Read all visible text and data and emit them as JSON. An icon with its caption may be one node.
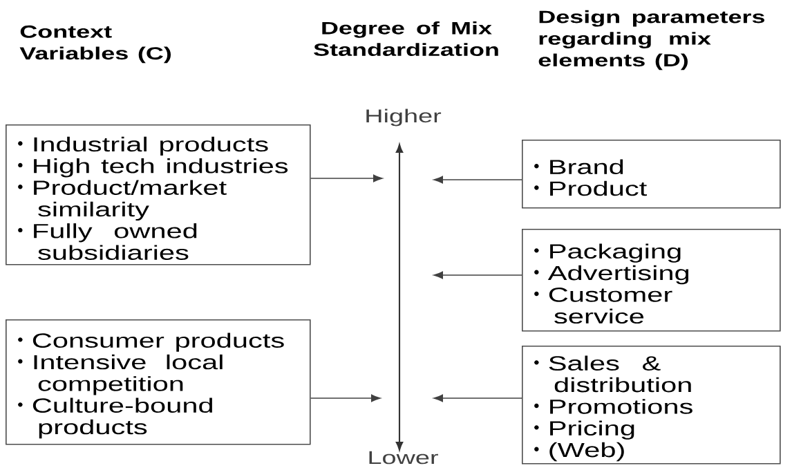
{
  "diagram": {
    "nodes": [
      {
        "text": [
          "Industrial products",
          "High tech industries",
          "Product/market similarity",
          "Fully owned subsidiaries"
        ]
      },
      {
        "text": [
          "Consumer products",
          "Intensive local competition",
          "Culture-bound products"
        ]
      },
      {
        "text": [
          "Brand",
          "Product"
        ]
      },
      {
        "text": [
          "Packaging",
          "Advertising",
          "Customer service"
        ]
      },
      {
        "text": [
          "Sales & distribution",
          "Promotions",
          "Pricing",
          "(Web)"
        ]
      }
    ],
    "edges": [
      {
        "from": 0,
        "to": null,
        "arrow": "to"
      },
      {
        "from": 1,
        "to": null,
        "arrow": "to"
      },
      {
        "from": 2,
        "to": null,
        "arrow": "to"
      },
      {
        "from": 3,
        "to": null,
        "arrow": "to"
      },
      {
        "from": 4,
        "to": null,
        "arrow": "to"
      }
    ],
    "labels": [
      "Context Variables (C)",
      "Degree of Mix Standardization",
      "Design parameters regarding mix elements (D)",
      "Higher",
      "Lower"
    ]
  }
}
